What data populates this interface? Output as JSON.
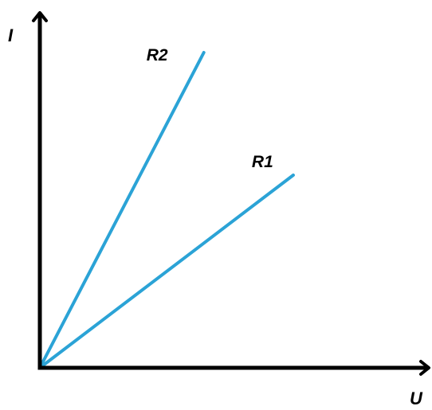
{
  "chart_data": {
    "type": "line",
    "title": "",
    "xlabel": "U",
    "ylabel": "I",
    "xlim": [
      0,
      1
    ],
    "ylim": [
      0,
      1
    ],
    "grid": false,
    "axis_color": "#000000",
    "series": [
      {
        "name": "R1",
        "color": "#2ba3d6",
        "points": [
          [
            0,
            0
          ],
          [
            0.68,
            0.55
          ]
        ]
      },
      {
        "name": "R2",
        "color": "#2ba3d6",
        "points": [
          [
            0,
            0
          ],
          [
            0.44,
            0.9
          ]
        ]
      }
    ]
  }
}
